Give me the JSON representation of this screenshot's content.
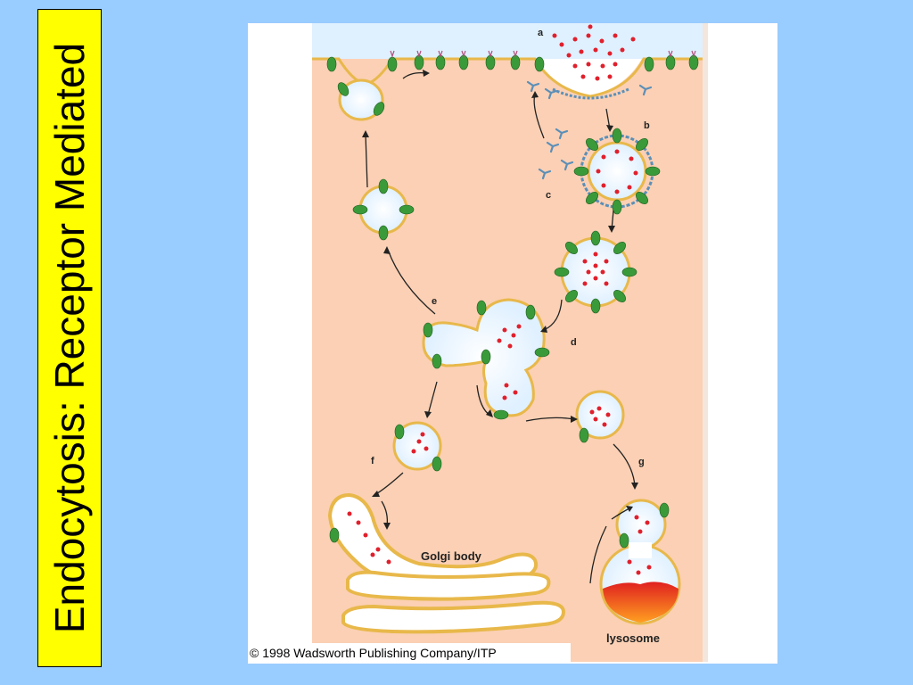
{
  "slide": {
    "title": "Endocytosis: Receptor Mediated",
    "background": "#99ccff",
    "title_band_color": "#ffff00"
  },
  "diagram": {
    "labels": {
      "a": "a",
      "b": "b",
      "c": "c",
      "d": "d",
      "e": "e",
      "f": "f",
      "g": "g",
      "golgi": "Golgi body",
      "lysosome": "lysosome"
    },
    "copyright": "© 1998 Wadsworth Publishing Company/ITP",
    "colors": {
      "cytoplasm": "#fbd0b4",
      "membrane": "#e8b84a",
      "vesicle": "#ffffff",
      "receptor": "#3a9a3a",
      "ligand": "#e0202c",
      "clathrin": "#5b8fb8",
      "lysosome_content": "#e83020"
    }
  }
}
